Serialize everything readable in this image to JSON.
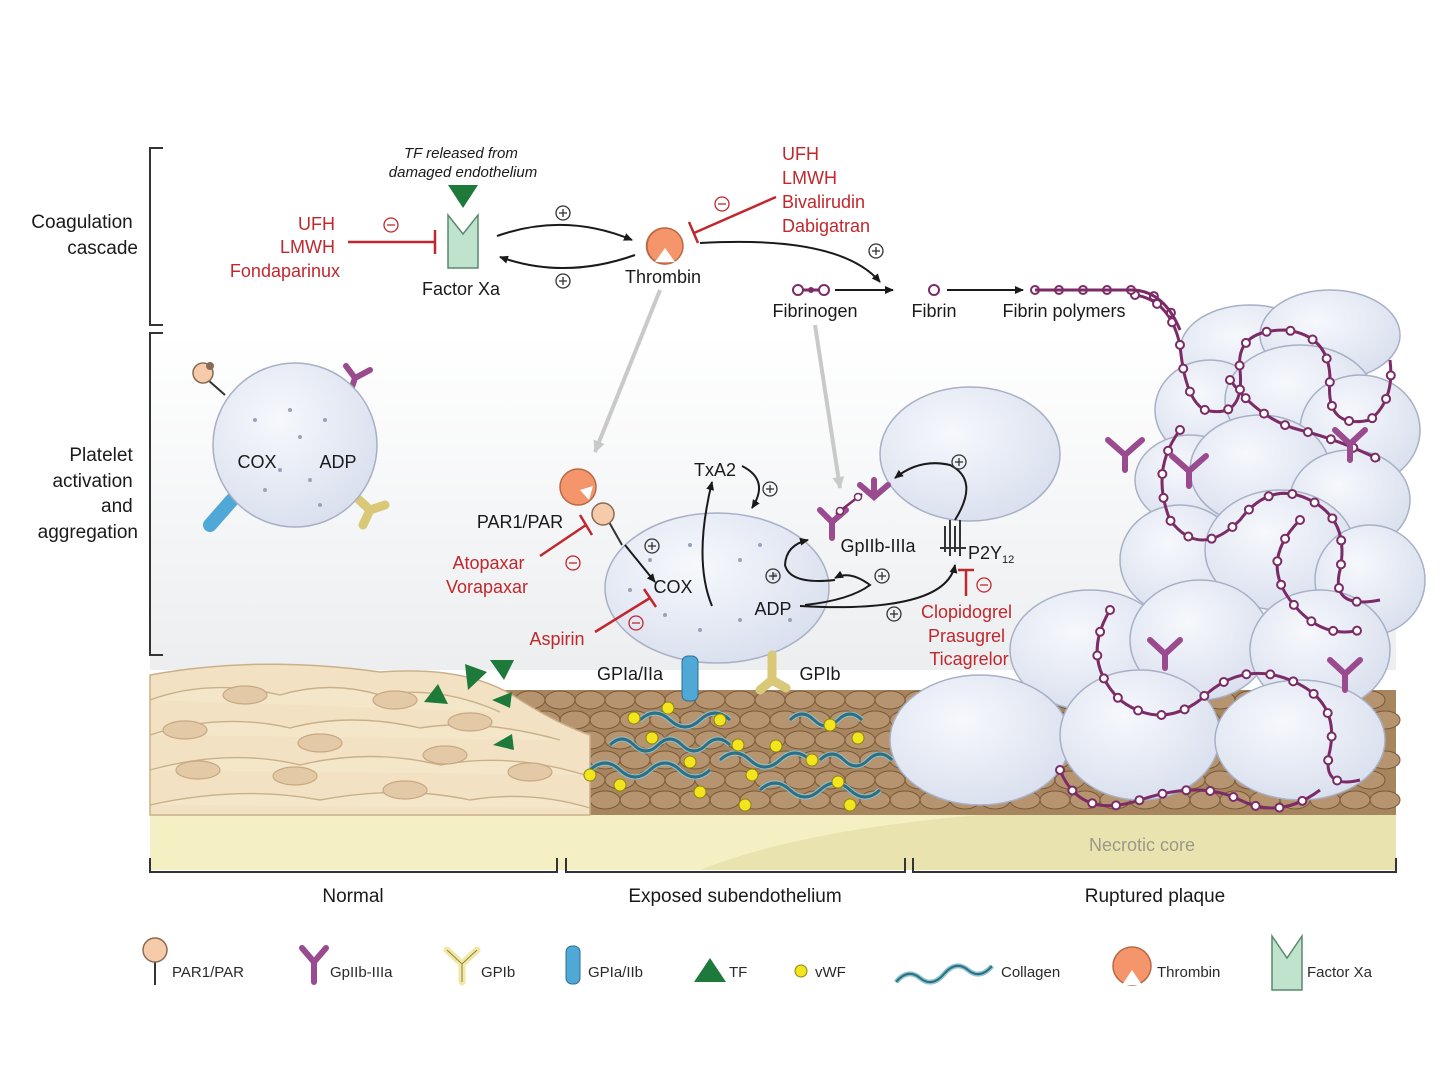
{
  "sections": {
    "coagulation": "Coagulation cascade",
    "coagulation_lines": [
      "Coagulation",
      "cascade"
    ],
    "platelet_lines": [
      "Platelet",
      "activation",
      "and",
      "aggregation"
    ]
  },
  "cascade": {
    "tf_note_lines": [
      "TF released from",
      "damaged endothelium"
    ],
    "factor_xa": "Factor Xa",
    "thrombin": "Thrombin",
    "drugs_xa": [
      "UFH",
      "LMWH",
      "Fondaparinux"
    ],
    "drugs_thrombin": [
      "UFH",
      "LMWH",
      "Bivalirudin",
      "Dabigatran"
    ],
    "fibrinogen": "Fibrinogen",
    "fibrin": "Fibrin",
    "fibrin_polymers": "Fibrin polymers"
  },
  "platelet": {
    "resting_cox": "COX",
    "resting_adp": "ADP",
    "par1": "PAR1/PAR",
    "txa2": "TxA2",
    "cox": "COX",
    "adp": "ADP",
    "gpiib_iiia": "GpIIb-IIIa",
    "p2y12_base": "P2Y",
    "p2y12_sub": "12",
    "gpia_iia": "GPIa/IIa",
    "gpib": "GPIb",
    "drugs_par": [
      "Atopaxar",
      "Vorapaxar"
    ],
    "drug_cox": "Aspirin",
    "drugs_p2y12": [
      "Clopidogrel",
      "Prasugrel",
      "Ticagrelor"
    ]
  },
  "tissue": {
    "necrotic_core": "Necrotic core",
    "zones": [
      "Normal",
      "Exposed subendothelium",
      "Ruptured plaque"
    ]
  },
  "legend": [
    {
      "icon": "par1-receptor-icon",
      "label": "PAR1/PAR"
    },
    {
      "icon": "gpiib-iiia-receptor-icon",
      "label": "GpIIb-IIIa"
    },
    {
      "icon": "gpib-receptor-icon",
      "label": "GPIb"
    },
    {
      "icon": "gpia-iia-receptor-icon",
      "label": "GPIa/IIb"
    },
    {
      "icon": "tf-triangle-icon",
      "label": "TF"
    },
    {
      "icon": "vwf-dot-icon",
      "label": "vWF"
    },
    {
      "icon": "collagen-fiber-icon",
      "label": "Collagen"
    },
    {
      "icon": "thrombin-icon",
      "label": "Thrombin"
    },
    {
      "icon": "factor-xa-icon",
      "label": "Factor Xa"
    }
  ],
  "colors": {
    "inhibitor_red": "#c0282d",
    "thrombin_orange": "#f4956b",
    "factor_xa_green": "#bfe3cc",
    "tf_green": "#1e7a3a",
    "gpiib_purple": "#9a4a8f",
    "gpib_yellow": "#f3e7a6",
    "gpia_blue": "#4fa8d6",
    "vwf_yellow": "#f2e41d",
    "platelet_fill": "#e8ecf5"
  }
}
